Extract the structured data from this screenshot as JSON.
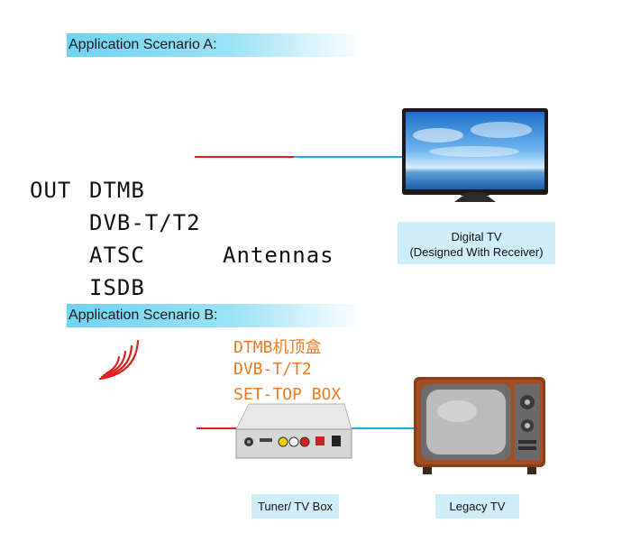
{
  "scenario_a": {
    "title": "Application Scenario A:",
    "out_label": "OUT",
    "standards": [
      "DTMB",
      "DVB-T/T2",
      "ATSC",
      "ISDB"
    ],
    "antennas": "Antennas",
    "digital_tv_label": [
      "Digital TV",
      "(Designed With Receiver)"
    ]
  },
  "scenario_b": {
    "title": "Application Scenario B:",
    "box_text": [
      "DTMB机顶盒",
      "DVB-T/T2",
      "SET-TOP BOX"
    ],
    "tuner_label": "Tuner/ TV Box",
    "legacy_label": "Legacy TV"
  },
  "colors": {
    "header": "#6fd3f2",
    "label_bg": "#cfeef9",
    "red_line": "#e02020",
    "blue_line": "#29a8e0",
    "orange_text": "#f07a22"
  }
}
